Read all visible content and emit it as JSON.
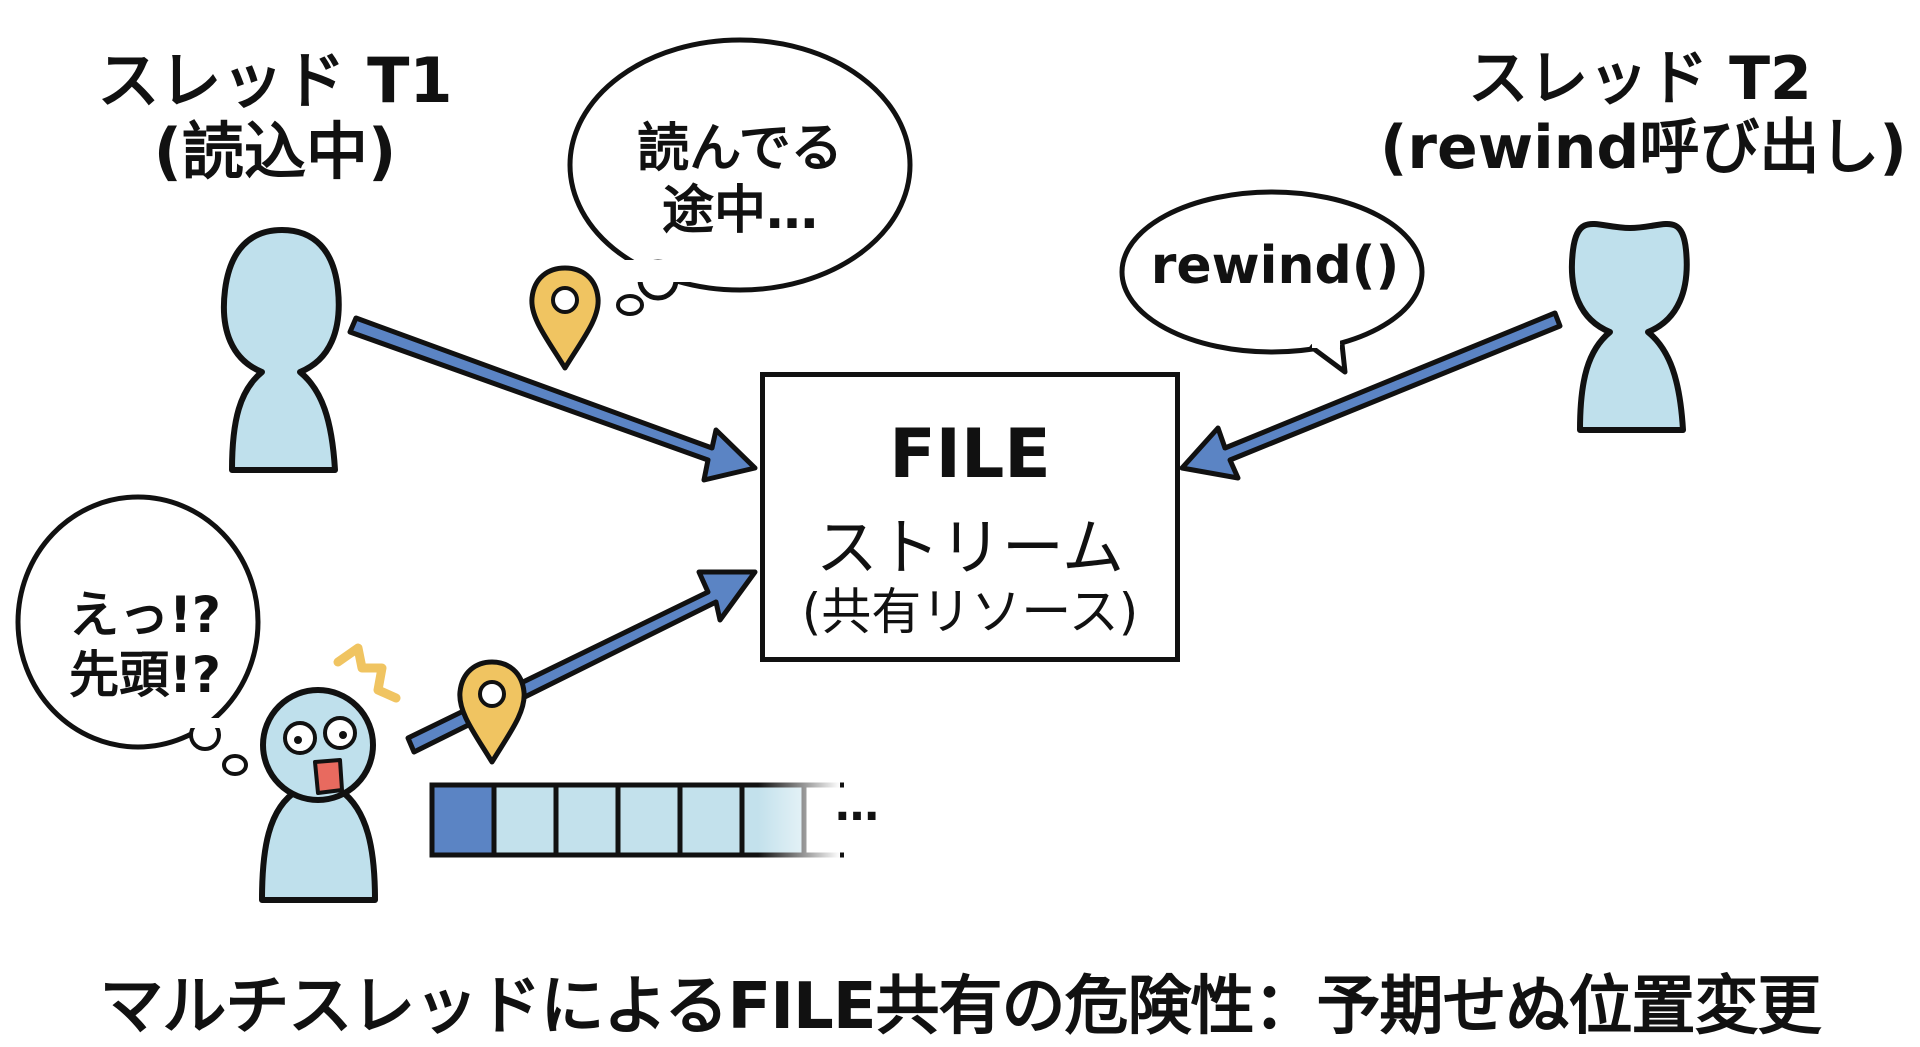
{
  "diagram": {
    "title": "マルチスレッドによるFILE共有の危険性：予期せぬ位置変更",
    "thread1": {
      "name": "スレッド T1",
      "state": "(読込中)",
      "thought": [
        "読んでる",
        "途中…"
      ],
      "surprised_thought": [
        "えっ!?",
        "先頭!?"
      ]
    },
    "thread2": {
      "name": "スレッド T2",
      "state": "(rewind呼び出し)",
      "speech": "rewind()"
    },
    "resource": {
      "line1": "FILE",
      "line2": "ストリーム",
      "line3": "(共有リソース)"
    },
    "buffer": {
      "cells": 6,
      "highlighted_cell": 1,
      "continuation": "…"
    },
    "colors": {
      "person_fill": "#bfe0ec",
      "arrow_fill": "#5b84c4",
      "pin_fill": "#f0c461",
      "highlight_cell": "#5b84c4",
      "cell_fill": "#c3e1ec",
      "mouth": "#e86a5f",
      "outline": "#111111"
    }
  }
}
